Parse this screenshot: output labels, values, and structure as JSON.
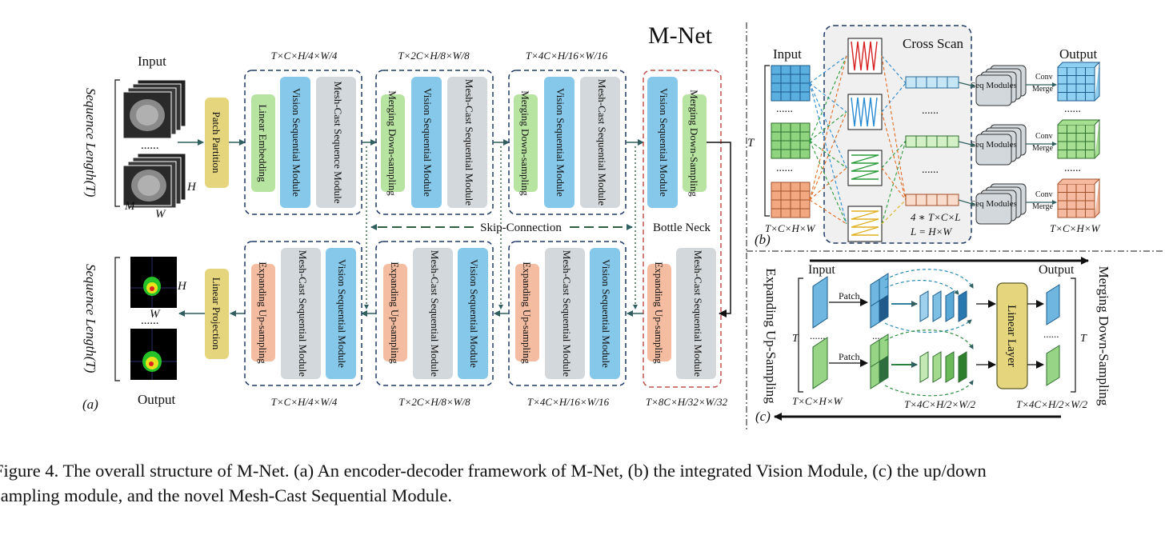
{
  "title": "M-Net",
  "panel_a": {
    "tag": "(a)",
    "input_label": "Input",
    "output_label": "Output",
    "seq_len_label": "Sequence Length(T)",
    "dots": "......",
    "dim_h": "H",
    "dim_w": "W",
    "dim_m": "M",
    "patch_partition": "Patch Partition",
    "linear_projection": "Linear Projection",
    "linear_embedding": "Linear Embedding",
    "vision_sequential_module": "Vision Sequential Module",
    "mesh_cast_sequence_module": "Mesh-Cast Sequence Module",
    "mesh_cast_sequential_module": "Mesh-Cast Sequential Module",
    "merging_down_sampling": "Merging Down-sampling",
    "merging_down_sampling_alt": "Merging Down-Sampling",
    "expanding_up_sampling": "Expanding Up-sampling",
    "skip_connection": "Skip-Connection",
    "bottle_neck": "Bottle Neck",
    "enc_dims": [
      "T×C×H/4×W/4",
      "T×2C×H/8×W/8",
      "T×4C×H/16×W/16"
    ],
    "dec_dims": [
      "T×C×H/4×W/4",
      "T×2C×H/8×W/8",
      "T×4C×H/16×W/16",
      "T×8C×H/32×W/32"
    ]
  },
  "panel_b": {
    "tag": "(b)",
    "input_label": "Input",
    "output_label": "Output",
    "cross_scan": "Cross Scan",
    "seq_modules": "Seq Modules",
    "conv": "Conv",
    "merge": "Merge",
    "t_label": "T",
    "dim_in": "T×C×H×W",
    "dim_out": "T×C×H×W",
    "formula_1": "4 ∗ T×C×L",
    "formula_2": "L = H×W",
    "dots": "......"
  },
  "panel_c": {
    "tag": "(c)",
    "input_label": "Input",
    "output_label": "Output",
    "patch": "Patch",
    "linear_layer": "Linear Layer",
    "expanding_up_sampling": "Expanding Up-Sampling",
    "merging_down_sampling": "Merging Down-Sampling",
    "t_label": "T",
    "dim_1": "T×C×H×W",
    "dim_2": "T×4C×H/2×W/2",
    "dim_3": "T×4C×H/2×W/2",
    "dots": "......"
  },
  "caption": {
    "line1": "Figure 4. The overall structure of M-Net. (a) An encoder-decoder framework of M-Net, (b) the integrated Vision Module, (c) the up/down",
    "line2": "sampling module, and the novel Mesh-Cast Sequential Module."
  },
  "colors": {
    "green": "#b7e4a0",
    "blue": "#86c8ea",
    "gray": "#d2d8dc",
    "salmon": "#f4bca0",
    "khaki": "#e5d57c",
    "navy": "#1f3864",
    "red_dash": "#c0504d",
    "teal": "#2f5f5f",
    "dark_green": "#2e5e3e"
  }
}
